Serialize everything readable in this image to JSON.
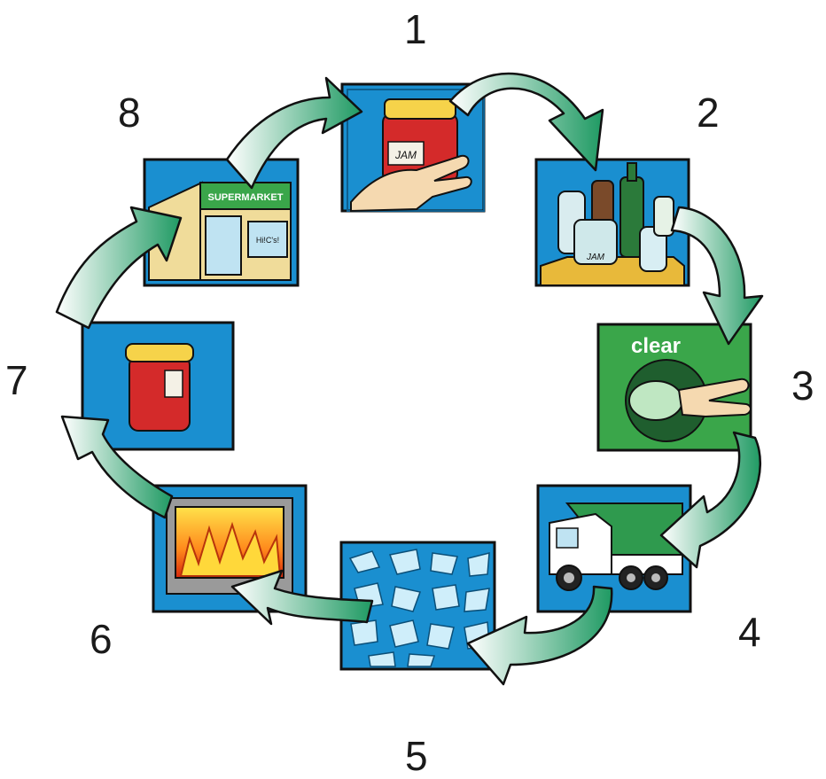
{
  "steps": [
    {
      "number": "1",
      "icon": "jam-jar-in-hand-icon"
    },
    {
      "number": "2",
      "icon": "bottles-in-bin-icon"
    },
    {
      "number": "3",
      "icon": "bottle-bank-icon"
    },
    {
      "number": "4",
      "icon": "recycling-truck-icon"
    },
    {
      "number": "5",
      "icon": "crushed-glass-icon"
    },
    {
      "number": "6",
      "icon": "furnace-icon"
    },
    {
      "number": "7",
      "icon": "new-jar-icon"
    },
    {
      "number": "8",
      "icon": "supermarket-icon"
    }
  ],
  "labels": {
    "jar": "JAM",
    "jar_small": "JAM",
    "bank": "clear",
    "shop_sign": "SUPERMARKET",
    "shop_window": "Hi!C's!"
  },
  "colors": {
    "panel_blue": "#1a8fd0",
    "bank_green": "#3aa64a",
    "arrow_green": "#27a06a",
    "jam_red": "#d42a2a",
    "outline": "#111111"
  }
}
